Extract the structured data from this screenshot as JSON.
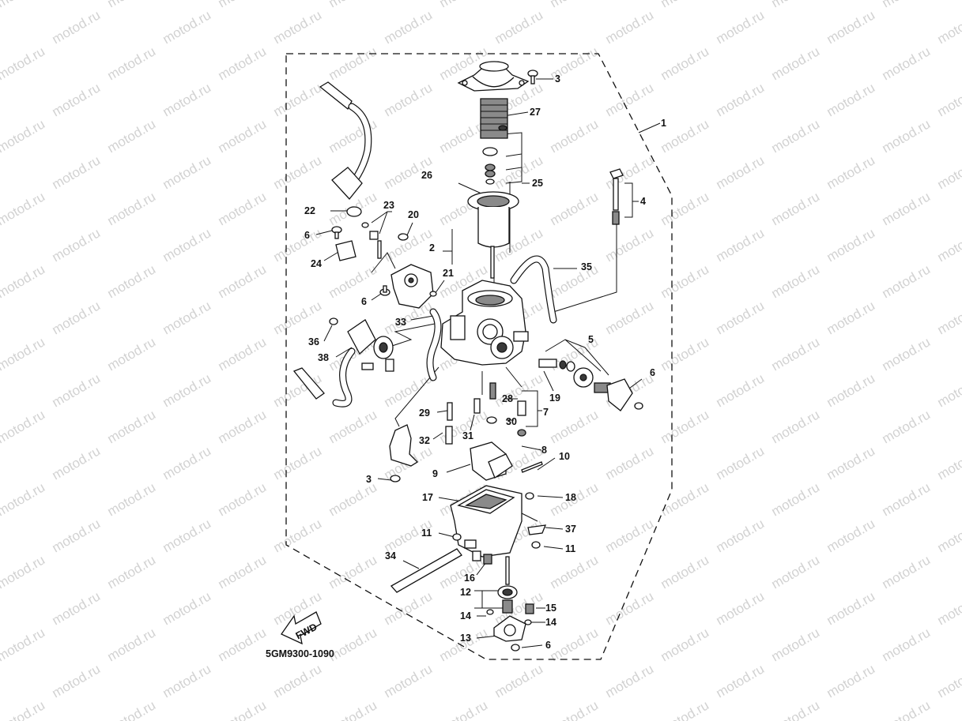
{
  "diagram": {
    "code": "5GM9300-1090",
    "fwd_label": "FWD",
    "watermark": "motod.ru",
    "callouts": {
      "n1": "1",
      "n2": "2",
      "n3a": "3",
      "n3b": "3",
      "n4": "4",
      "n5": "5",
      "n6a": "6",
      "n6b": "6",
      "n6c": "6",
      "n6d": "6",
      "n7": "7",
      "n8": "8",
      "n9": "9",
      "n10": "10",
      "n11a": "11",
      "n11b": "11",
      "n12": "12",
      "n13": "13",
      "n14a": "14",
      "n14b": "14",
      "n15": "15",
      "n16": "16",
      "n17": "17",
      "n18": "18",
      "n19": "19",
      "n20": "20",
      "n21": "21",
      "n22": "22",
      "n23": "23",
      "n24": "24",
      "n25": "25",
      "n26": "26",
      "n27": "27",
      "n28": "28",
      "n29": "29",
      "n30": "30",
      "n31": "31",
      "n32": "32",
      "n33": "33",
      "n34": "34",
      "n35": "35",
      "n36": "36",
      "n37": "37",
      "n38": "38"
    }
  }
}
